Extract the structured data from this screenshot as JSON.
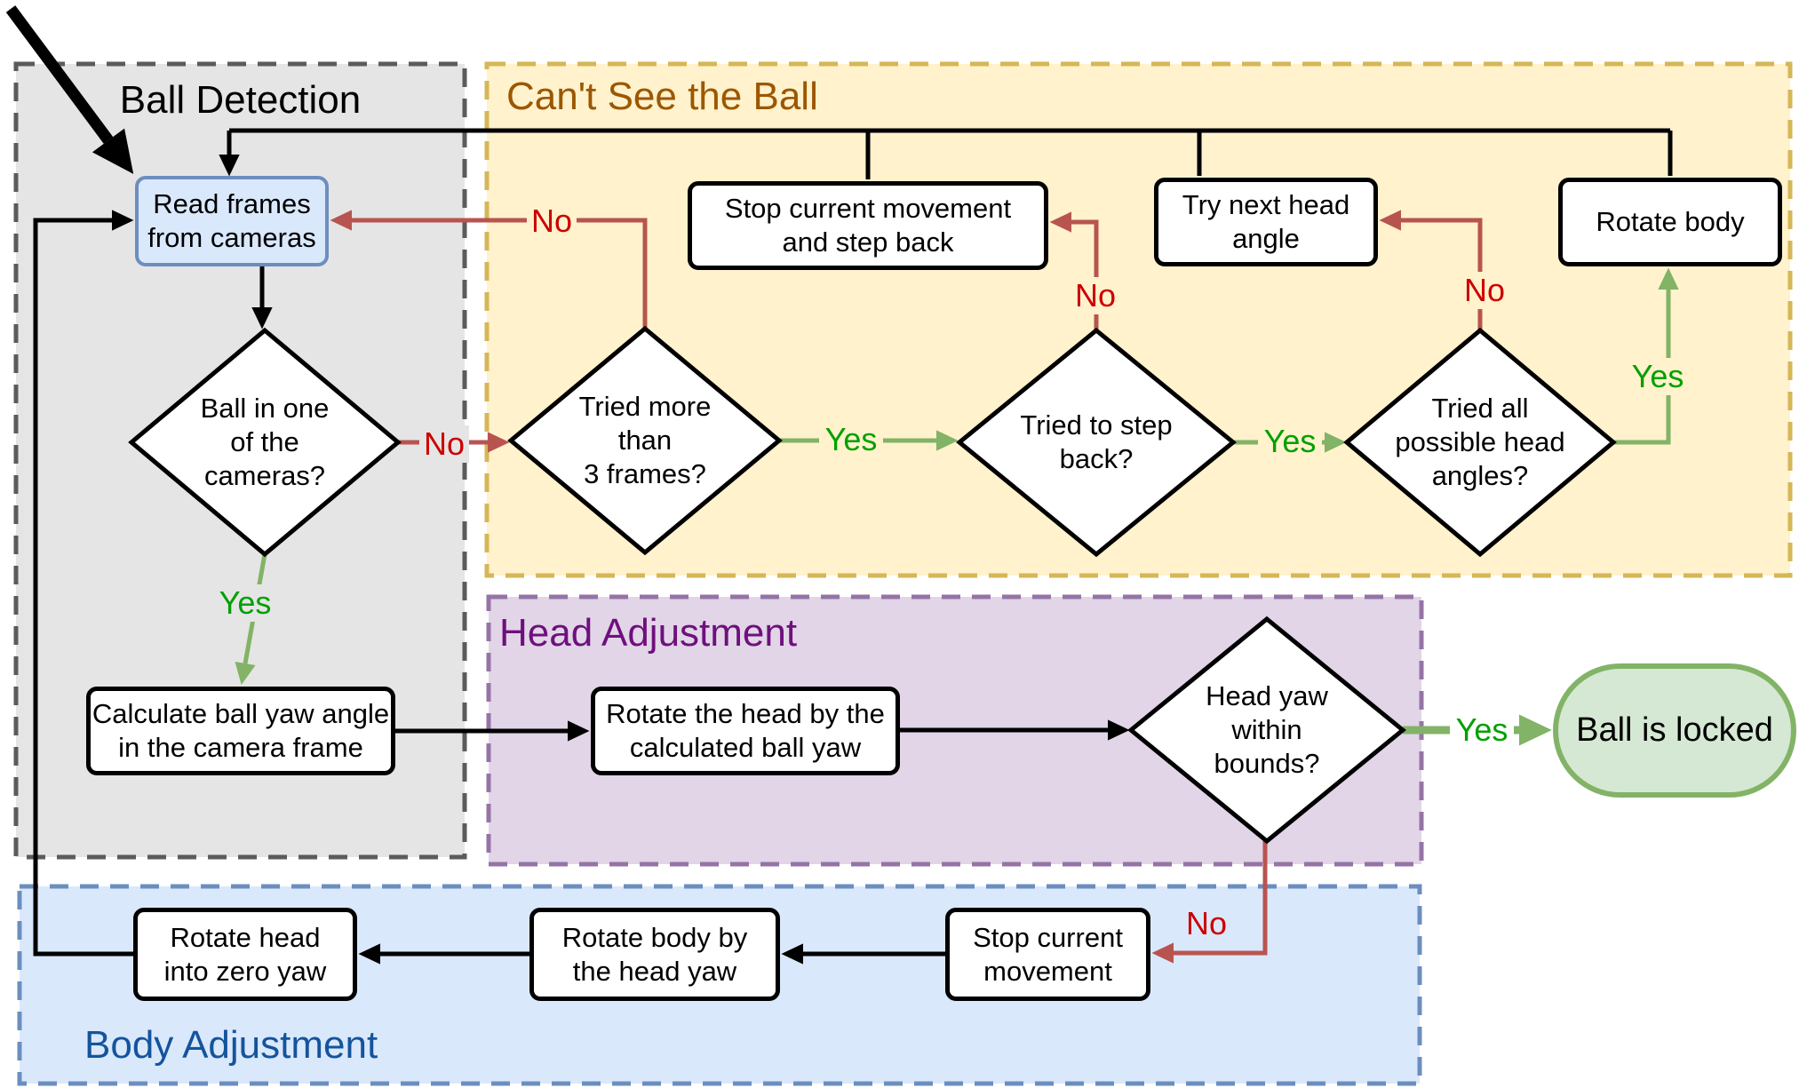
{
  "sections": {
    "ball_detection": {
      "title": "Ball Detection"
    },
    "cant_see_ball": {
      "title": "Can't See the Ball"
    },
    "head_adjustment": {
      "title": "Head Adjustment"
    },
    "body_adjustment": {
      "title": "Body Adjustment"
    }
  },
  "nodes": {
    "read_frames": {
      "label": "Read frames\nfrom cameras",
      "type": "process"
    },
    "ball_in_cameras": {
      "label": "Ball in one\nof the\ncameras?",
      "type": "decision"
    },
    "calc_ball_yaw": {
      "label": "Calculate ball yaw angle\nin the camera frame",
      "type": "process"
    },
    "tried_3_frames": {
      "label": "Tried more\nthan\n3 frames?",
      "type": "decision"
    },
    "stop_and_step_back": {
      "label": "Stop current movement\nand step back",
      "type": "process"
    },
    "tried_step_back": {
      "label": "Tried to step\nback?",
      "type": "decision"
    },
    "try_next_head_angle": {
      "label": "Try next head\nangle",
      "type": "process"
    },
    "tried_all_angles": {
      "label": "Tried all\npossible head\nangles?",
      "type": "decision"
    },
    "rotate_body": {
      "label": "Rotate body",
      "type": "process"
    },
    "rotate_head_by_yaw": {
      "label": "Rotate the head by the\ncalculated ball yaw",
      "type": "process"
    },
    "head_yaw_in_bounds": {
      "label": "Head yaw\nwithin\nbounds?",
      "type": "decision"
    },
    "ball_is_locked": {
      "label": "Ball is locked",
      "type": "terminal"
    },
    "stop_current_movement": {
      "label": "Stop current\nmovement",
      "type": "process"
    },
    "rotate_body_by_head_yaw": {
      "label": "Rotate body by\nthe head yaw",
      "type": "process"
    },
    "rotate_head_zero_yaw": {
      "label": "Rotate head\ninto zero yaw",
      "type": "process"
    }
  },
  "edge_labels": {
    "yes": "Yes",
    "no": "No"
  },
  "colors": {
    "section-gray-fill": "#e5e5e5",
    "section-gray-border": "#5b5b5b",
    "section-yellow-fill": "#fff2cc",
    "section-yellow-border": "#d6b656",
    "section-purple-fill": "#e1d5e7",
    "section-purple-border": "#9673a6",
    "section-blue-fill": "#dae8fc",
    "section-blue-border": "#6c8ebf",
    "node-blue-fill": "#dae8fc",
    "node-blue-border": "#6c8ebf",
    "terminal-green-fill": "#d5e8d4",
    "terminal-green-border": "#82b366",
    "edge-black": "#000000",
    "edge-red": "#b85450",
    "edge-green": "#82b366",
    "label-yes": "#00a000",
    "label-no": "#cc0000",
    "title-ball-detection": "#000000",
    "title-cant-see": "#9c5700",
    "title-head-adjustment": "#6f0f7d",
    "title-body-adjustment": "#14549c"
  }
}
